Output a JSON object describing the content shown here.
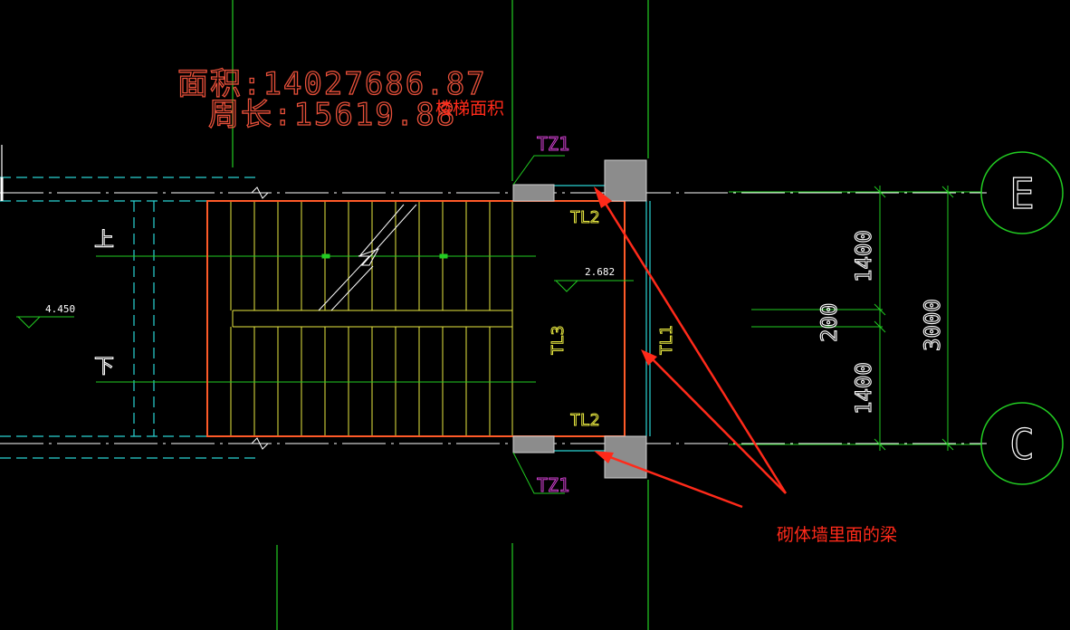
{
  "texts": {
    "area_label": "面积:14027686.87",
    "perimeter_label": "周长:15619.88",
    "stair_area_note": "楼梯面积",
    "masonry_beam_note": "砌体墙里面的梁",
    "tz1_top": "TZ1",
    "tz1_bottom": "TZ1",
    "tl2_top": "TL2",
    "tl2_bottom": "TL2",
    "tl3": "TL3",
    "tl1": "TL1",
    "level_left": "4.450",
    "level_landing": "2.682",
    "up_label": "上",
    "down_label": "下",
    "dim_1400_top": "1400",
    "dim_200": "200",
    "dim_1400_bottom": "1400",
    "dim_3000": "3000",
    "axis_e": "E",
    "axis_c": "C"
  },
  "colors": {
    "background": "#000000",
    "stair_outline": "#ff5a28",
    "annotation_red": "#ff2a1a",
    "axis_green": "#22cc22",
    "tread_yellow": "#e8e840",
    "wall_cyan": "#2ad4d4",
    "column_gray": "#8c8c8c",
    "label_magenta": "#d040d0"
  }
}
